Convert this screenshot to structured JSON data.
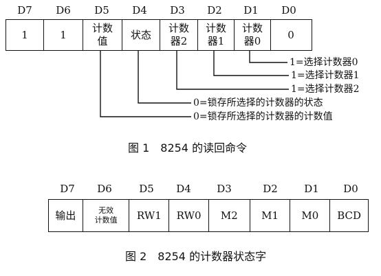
{
  "figure1": {
    "bit_labels": [
      "D7",
      "D6",
      "D5",
      "D4",
      "D3",
      "D2",
      "D1",
      "D0"
    ],
    "cells": [
      "1",
      "1",
      "计数\n值",
      "状态",
      "计数\n器2",
      "计数\n器1",
      "计数\n器0",
      "0"
    ],
    "annotations": [
      "1=选择计数器0",
      "1=选择计数器1",
      "1=选择计数器2",
      "0=锁存所选择的计数器的状态",
      "0=锁存所选择的计数器的计数值"
    ],
    "caption": "图 1　8254 的读回命令"
  },
  "figure2": {
    "bit_labels": [
      "D7",
      "D6",
      "D5",
      "D4",
      "D3",
      "D2",
      "D1",
      "D0"
    ],
    "cells": [
      "输出",
      "无效\n计数值",
      "RW1",
      "RW0",
      "M2",
      "M1",
      "M0",
      "BCD"
    ],
    "caption": "图 2　8254 的计数器状态字"
  }
}
